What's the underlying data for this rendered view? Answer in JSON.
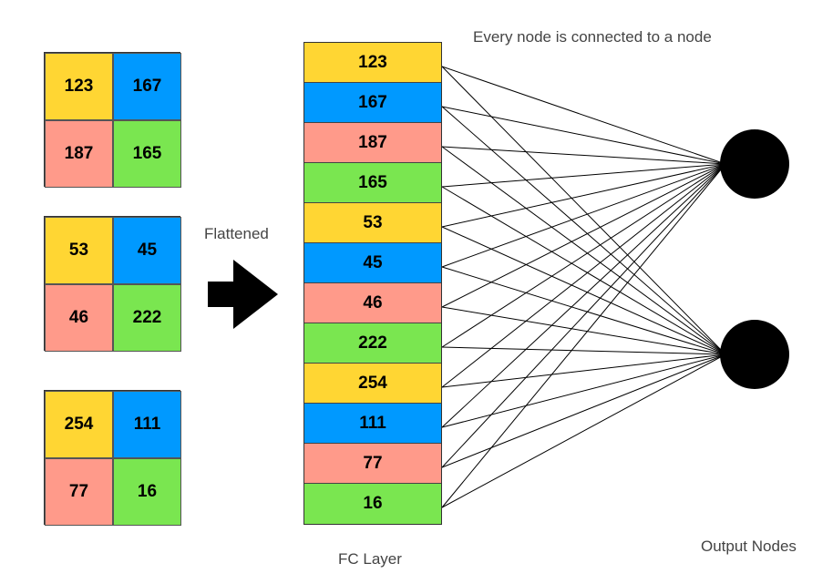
{
  "colors": {
    "yellow": "#ffd633",
    "blue": "#0099ff",
    "pink": "#ff9a8a",
    "green": "#7ae650",
    "line": "#000000",
    "node": "#000000"
  },
  "grids": [
    {
      "cells": [
        {
          "value": "123",
          "color": "yellow"
        },
        {
          "value": "167",
          "color": "blue"
        },
        {
          "value": "187",
          "color": "pink"
        },
        {
          "value": "165",
          "color": "green"
        }
      ]
    },
    {
      "cells": [
        {
          "value": "53",
          "color": "yellow"
        },
        {
          "value": "45",
          "color": "blue"
        },
        {
          "value": "46",
          "color": "pink"
        },
        {
          "value": "222",
          "color": "green"
        }
      ]
    },
    {
      "cells": [
        {
          "value": "254",
          "color": "yellow"
        },
        {
          "value": "111",
          "color": "blue"
        },
        {
          "value": "77",
          "color": "pink"
        },
        {
          "value": "16",
          "color": "green"
        }
      ]
    }
  ],
  "flatten_label": "Flattened",
  "arrow_icon": "right-arrow-icon",
  "fc_layer": {
    "label": "FC Layer",
    "cells": [
      {
        "value": "123",
        "color": "yellow"
      },
      {
        "value": "167",
        "color": "blue"
      },
      {
        "value": "187",
        "color": "pink"
      },
      {
        "value": "165",
        "color": "green"
      },
      {
        "value": "53",
        "color": "yellow"
      },
      {
        "value": "45",
        "color": "blue"
      },
      {
        "value": "46",
        "color": "pink"
      },
      {
        "value": "222",
        "color": "green"
      },
      {
        "value": "254",
        "color": "yellow"
      },
      {
        "value": "111",
        "color": "blue"
      },
      {
        "value": "77",
        "color": "pink"
      },
      {
        "value": "16",
        "color": "green"
      }
    ]
  },
  "connection_label": "Every node is connected to a node",
  "output_label": "Output Nodes",
  "output_node_count": 2
}
